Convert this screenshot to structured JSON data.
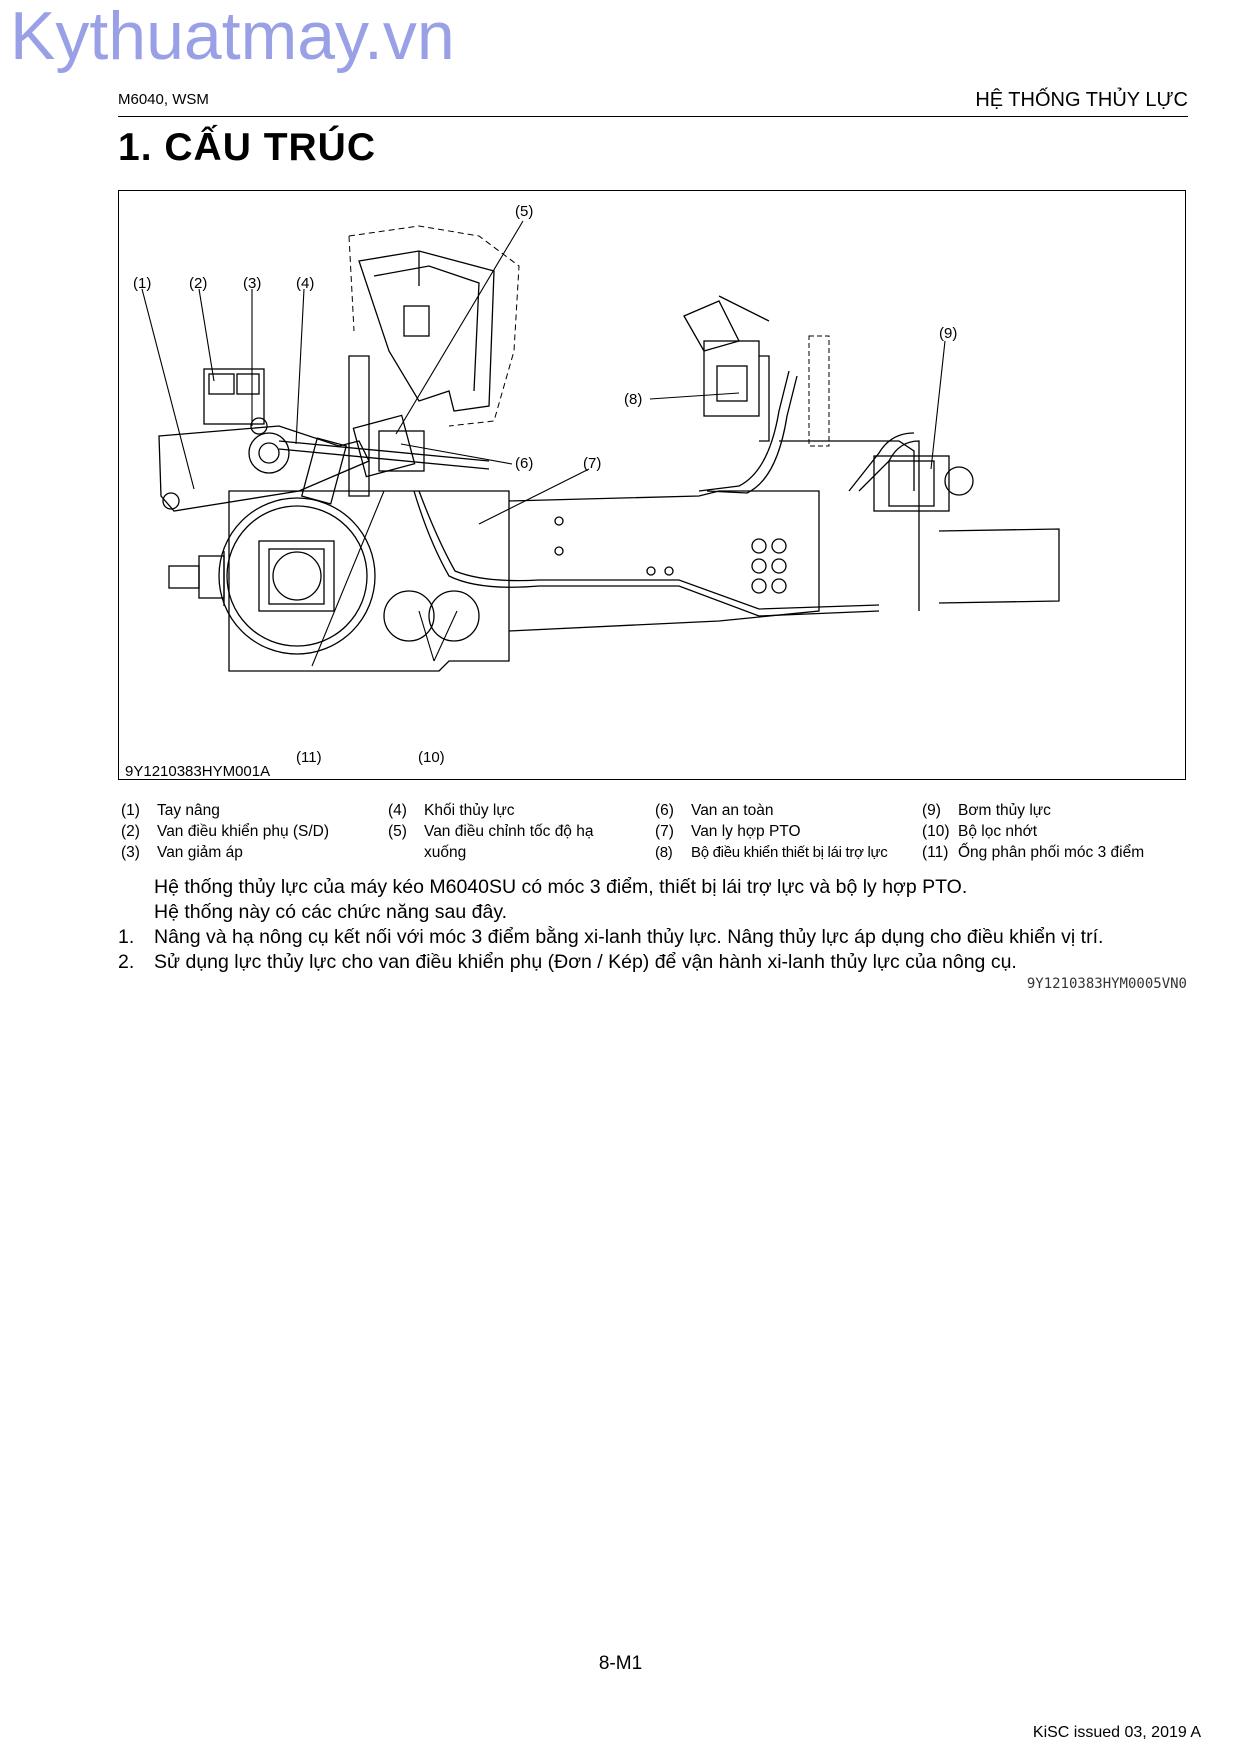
{
  "watermark": "Kythuatmay.vn",
  "header": {
    "left": "M6040, WSM",
    "right": "HỆ THỐNG THỦY LỰC"
  },
  "section_title": "1.  CẤU TRÚC",
  "figure": {
    "code": "9Y1210383HYM001A",
    "callouts": [
      "(1)",
      "(2)",
      "(3)",
      "(4)",
      "(5)",
      "(6)",
      "(7)",
      "(8)",
      "(9)",
      "(10)",
      "(11)"
    ]
  },
  "legend": [
    {
      "num": "(1)",
      "label": "Tay nâng"
    },
    {
      "num": "(2)",
      "label": "Van điều khiển phụ (S/D)"
    },
    {
      "num": "(3)",
      "label": "Van giảm áp"
    },
    {
      "num": "(4)",
      "label": "Khối thủy lực"
    },
    {
      "num": "(5)",
      "label": "Van điều chỉnh tốc độ hạ xuống"
    },
    {
      "num": "(6)",
      "label": "Van an toàn"
    },
    {
      "num": "(7)",
      "label": "Van ly hợp PTO"
    },
    {
      "num": "(8)",
      "label": "Bộ điều khiển thiết bị lái trợ lực"
    },
    {
      "num": "(9)",
      "label": "Bơm thủy lực"
    },
    {
      "num": "(10)",
      "label": "Bộ lọc nhớt"
    },
    {
      "num": "(11)",
      "label": "Ống phân phối móc 3 điểm"
    }
  ],
  "body": {
    "intro_1": "Hệ thống thủy lực của máy kéo M6040SU có móc 3 điểm, thiết bị lái trợ lực và bộ ly hợp PTO.",
    "intro_2": "Hệ thống này có các chức năng sau đây.",
    "items": [
      {
        "num": "1.",
        "text": "Nâng và hạ nông cụ kết nối với móc 3 điểm bằng xi-lanh thủy lực. Nâng thủy lực áp dụng cho điều khiển vị trí."
      },
      {
        "num": "2.",
        "text": "Sử dụng lực thủy lực cho van điều khiển phụ (Đơn / Kép) để vận hành xi-lanh thủy lực của nông cụ."
      }
    ]
  },
  "doc_code": "9Y1210383HYM0005VN0",
  "page_number": "8-M1",
  "footer": "KiSC issued 03, 2019 A"
}
